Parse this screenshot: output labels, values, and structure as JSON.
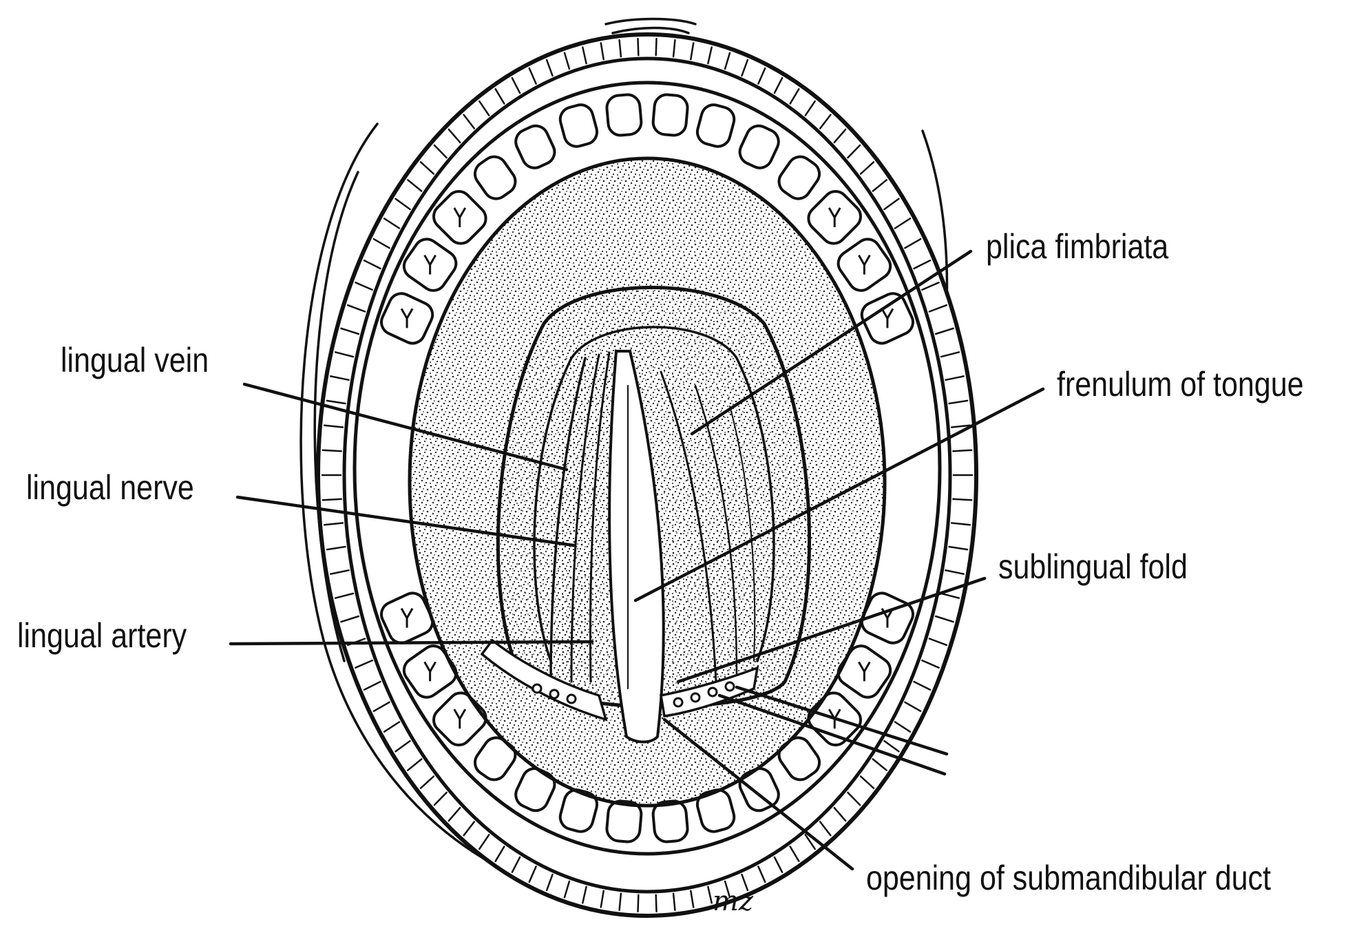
{
  "labels": {
    "lingual_vein": "lingual vein",
    "lingual_nerve": "lingual nerve",
    "lingual_artery": "lingual artery",
    "plica_fimbriata": "plica fimbriata",
    "frenulum_of_tongue": "frenulum of tongue",
    "sublingual_fold": "sublingual fold",
    "opening_of_submandibular_duct": "opening of submandibular duct"
  },
  "signature": "mz",
  "colors": {
    "ink": "#111111",
    "background": "#ffffff"
  }
}
